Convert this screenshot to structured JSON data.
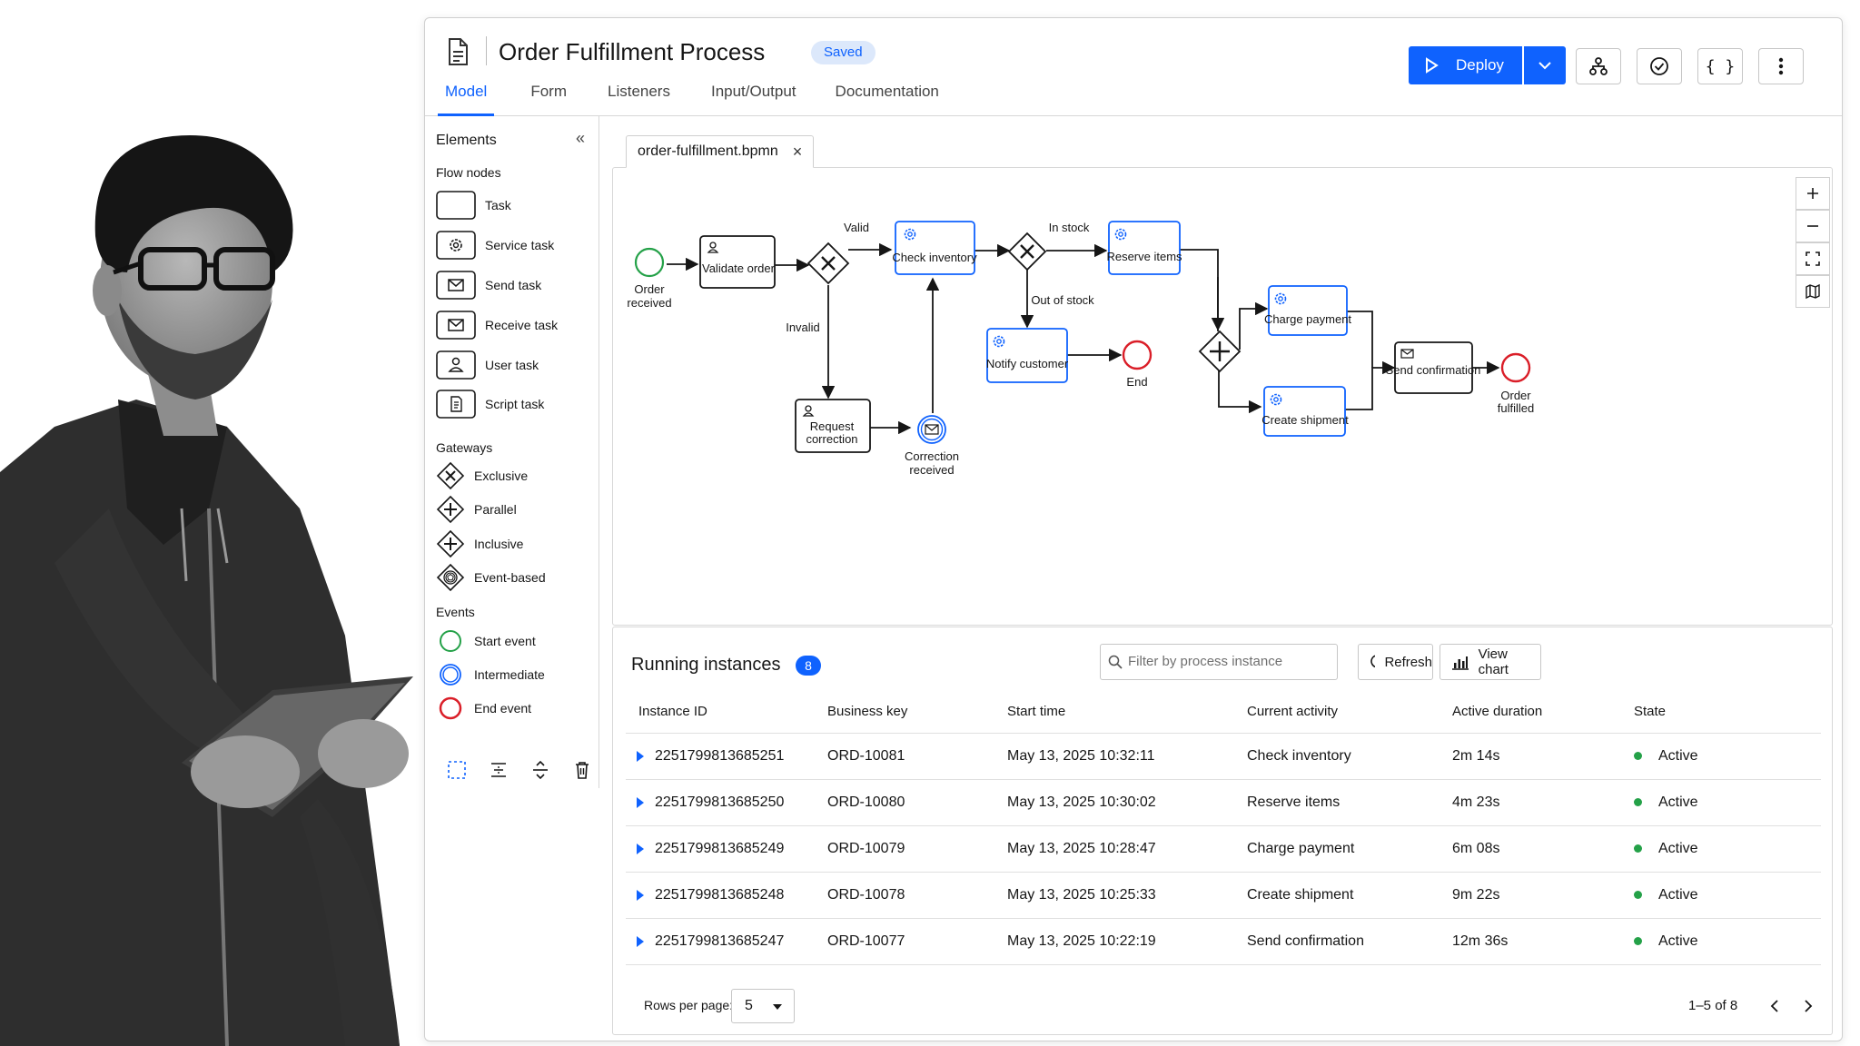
{
  "window": {
    "title": "Order Fulfillment Process",
    "status_badge": "Saved"
  },
  "tabs": [
    {
      "label": "Model",
      "active": true
    },
    {
      "label": "Form",
      "active": false
    },
    {
      "label": "Listeners",
      "active": false
    },
    {
      "label": "Input/Output",
      "active": false
    },
    {
      "label": "Documentation",
      "active": false
    }
  ],
  "toolbar": {
    "deploy_label": "Deploy",
    "icons": [
      "deploy-caret-icon",
      "hierarchy-icon",
      "check-circle-icon",
      "braces-icon",
      "kebab-menu-icon"
    ],
    "braces_glyph": "{ }"
  },
  "sidebar": {
    "title": "Elements",
    "sections": [
      {
        "title": "Flow nodes",
        "items": [
          {
            "label": "Task",
            "icon": "task-icon"
          },
          {
            "label": "Service task",
            "icon": "gear-icon"
          },
          {
            "label": "Send task",
            "icon": "envelope-filled-icon"
          },
          {
            "label": "Receive task",
            "icon": "envelope-icon"
          },
          {
            "label": "User task",
            "icon": "user-icon"
          },
          {
            "label": "Script task",
            "icon": "script-icon"
          }
        ]
      },
      {
        "title": "Gateways",
        "items": [
          {
            "label": "Exclusive",
            "icon": "exclusive-gateway-icon"
          },
          {
            "label": "Parallel",
            "icon": "parallel-gateway-icon"
          },
          {
            "label": "Inclusive",
            "icon": "inclusive-gateway-icon"
          },
          {
            "label": "Event-based",
            "icon": "event-gateway-icon"
          }
        ]
      },
      {
        "title": "Events",
        "items": [
          {
            "label": "Start event",
            "icon": "start-event-icon"
          },
          {
            "label": "Intermediate",
            "icon": "intermediate-event-icon"
          },
          {
            "label": "End event",
            "icon": "end-event-icon"
          }
        ]
      }
    ],
    "tools": [
      "lasso-icon",
      "distribute-horizontal-icon",
      "distribute-vertical-icon",
      "trash-icon"
    ]
  },
  "editor": {
    "file_tab": "order-fulfillment.bpmn",
    "zoom_controls": [
      "zoom-in-icon",
      "zoom-out-icon",
      "fit-screen-icon",
      "minimap-icon"
    ]
  },
  "diagram": {
    "nodes": {
      "start": {
        "label_1": "Order",
        "label_2": "received"
      },
      "validate": {
        "label": "Validate order"
      },
      "check": {
        "label": "Check inventory"
      },
      "reserve": {
        "label": "Reserve items"
      },
      "notify": {
        "label": "Notify customer"
      },
      "end_stock": {
        "label": "End"
      },
      "request": {
        "label_1": "Request",
        "label_2": "correction"
      },
      "correction": {
        "label_1": "Correction",
        "label_2": "received"
      },
      "charge": {
        "label": "Charge payment"
      },
      "shipment": {
        "label": "Create shipment"
      },
      "confirm": {
        "label": "Send confirmation"
      },
      "end_ok": {
        "label_1": "Order",
        "label_2": "fulfilled"
      }
    },
    "flows": {
      "valid": "Valid",
      "invalid": "Invalid",
      "in_stock": "In stock",
      "out_of_stock": "Out of stock"
    }
  },
  "instances": {
    "title": "Running instances",
    "count": "8",
    "filter_placeholder": "Filter by process instance",
    "refresh_label": "Refresh",
    "view_chart_label": "View chart",
    "columns": [
      "Instance ID",
      "Business key",
      "Start time",
      "Current activity",
      "Active duration",
      "State"
    ],
    "rows": [
      {
        "id": "2251799813685251",
        "key": "ORD-10081",
        "start": "May 13, 2025 10:32:11",
        "activity": "Check inventory",
        "duration": "2m 14s",
        "state": "Active"
      },
      {
        "id": "2251799813685250",
        "key": "ORD-10080",
        "start": "May 13, 2025 10:30:02",
        "activity": "Reserve items",
        "duration": "4m 23s",
        "state": "Active"
      },
      {
        "id": "2251799813685249",
        "key": "ORD-10079",
        "start": "May 13, 2025 10:28:47",
        "activity": "Charge payment",
        "duration": "6m 08s",
        "state": "Active"
      },
      {
        "id": "2251799813685248",
        "key": "ORD-10078",
        "start": "May 13, 2025 10:25:33",
        "activity": "Create shipment",
        "duration": "9m 22s",
        "state": "Active"
      },
      {
        "id": "2251799813685247",
        "key": "ORD-10077",
        "start": "May 13, 2025 10:22:19",
        "activity": "Send confirmation",
        "duration": "12m 36s",
        "state": "Active"
      }
    ],
    "pagination": {
      "rows_per_page_label": "Rows per page:",
      "rows_per_page": "5",
      "range": "1–5 of 8"
    }
  },
  "colors": {
    "accent": "#0f62fe",
    "start_event": "#24a148",
    "end_event": "#da1e28",
    "active_state": "#24a148"
  }
}
